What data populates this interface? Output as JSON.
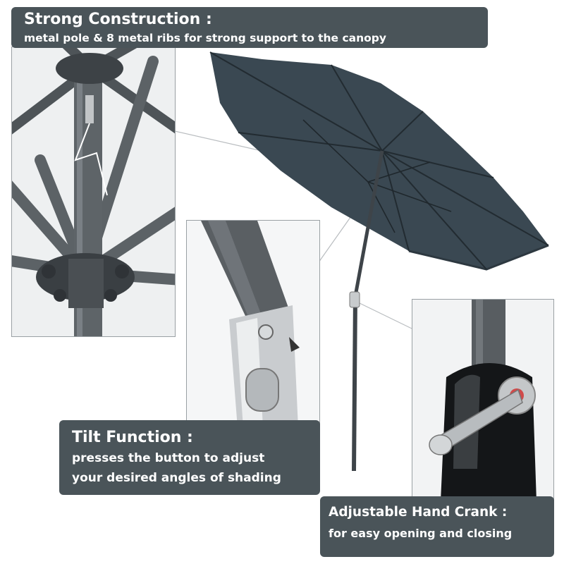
{
  "callouts": {
    "construction": {
      "title": "Strong Construction :",
      "subtitle": "metal pole & 8 metal ribs for strong support to the canopy"
    },
    "tilt": {
      "title": "Tilt Function :",
      "line1": "presses the button to adjust",
      "line2": "your desired angles of shading"
    },
    "crank": {
      "title": "Adjustable Hand Crank :",
      "subtitle": "for easy opening and closing"
    }
  },
  "colors": {
    "label_bg": "#4a5459",
    "canopy": "#3a4852",
    "pole": "#5b6065",
    "panel_border": "#9aa0a4"
  }
}
